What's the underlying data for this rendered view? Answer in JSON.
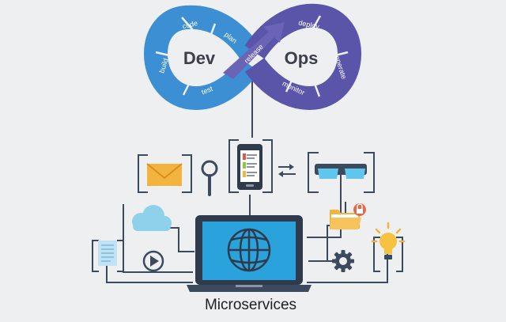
{
  "devops": {
    "dev_label": "Dev",
    "ops_label": "Ops",
    "stages": {
      "code": "code",
      "plan": "plan",
      "build": "build",
      "test": "test",
      "release": "release",
      "deploy": "deploy",
      "operate": "operate",
      "monitor": "monitor"
    }
  },
  "caption": "Microservices",
  "colors": {
    "background": "#eeeff1",
    "dev_blue": "#3c8fd3",
    "ops_purple": "#5a55a8",
    "line": "#3c4a5e",
    "screen_blue": "#2aa3dc",
    "envelope": "#f3b43f",
    "cloud": "#8fd1ea"
  },
  "icons": [
    "envelope-icon",
    "magnifier-icon",
    "smartphone-icon",
    "swap-arrows-icon",
    "vr-glasses-icon",
    "cloud-icon",
    "folder-lock-icon",
    "document-icon",
    "play-icon",
    "gear-icon",
    "lightbulb-icon",
    "laptop-icon",
    "globe-icon"
  ]
}
